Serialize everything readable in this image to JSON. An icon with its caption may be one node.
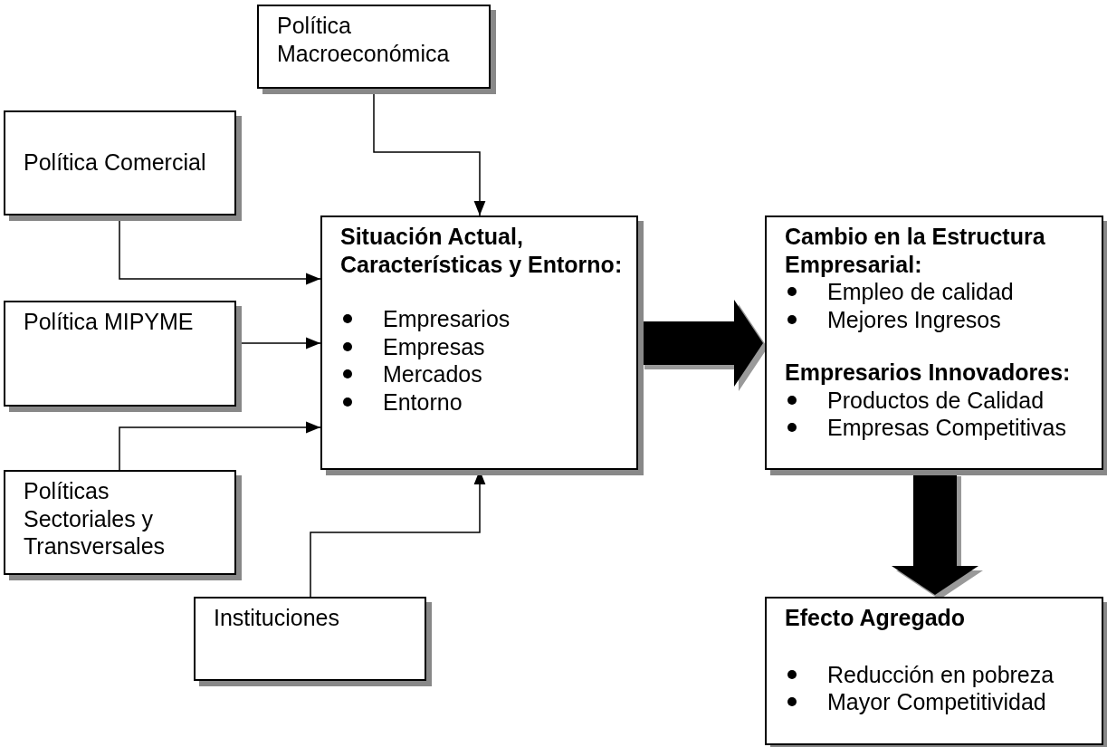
{
  "diagram": {
    "nodes": [
      {
        "text": [
          "Política Macroeconómica"
        ]
      },
      {
        "text": [
          "Política Comercial"
        ]
      },
      {
        "text": [
          "Situación Actual, Características y Entorno:",
          "Empresarios",
          "Empresas",
          "Mercados",
          "Entorno"
        ]
      },
      {
        "text": [
          "Política MIPYME"
        ]
      },
      {
        "text": [
          "Políticas Sectoriales y Transversales"
        ]
      },
      {
        "text": [
          "Instituciones"
        ]
      },
      {
        "text": [
          "Cambio en la Estructura Empresarial:",
          "Empleo de calidad",
          "Mejores Ingresos",
          "Empresarios Innovadores:",
          "Productos de Calidad",
          "Empresas Competitivas"
        ]
      },
      {
        "text": [
          "Efecto Agregado",
          "Reducción en pobreza",
          "Mayor Competitividad"
        ]
      }
    ],
    "edges": [
      {
        "from": 0,
        "to": 2,
        "arrow": "to"
      },
      {
        "from": 1,
        "to": 2,
        "arrow": "to"
      },
      {
        "from": 3,
        "to": 2,
        "arrow": "to"
      },
      {
        "from": 4,
        "to": 2,
        "arrow": "to"
      },
      {
        "from": 5,
        "to": 2,
        "arrow": "to"
      },
      {
        "from": 2,
        "to": 6,
        "arrow": "to",
        "style": "thick"
      },
      {
        "from": 6,
        "to": 7,
        "arrow": "to",
        "style": "thick"
      }
    ]
  }
}
